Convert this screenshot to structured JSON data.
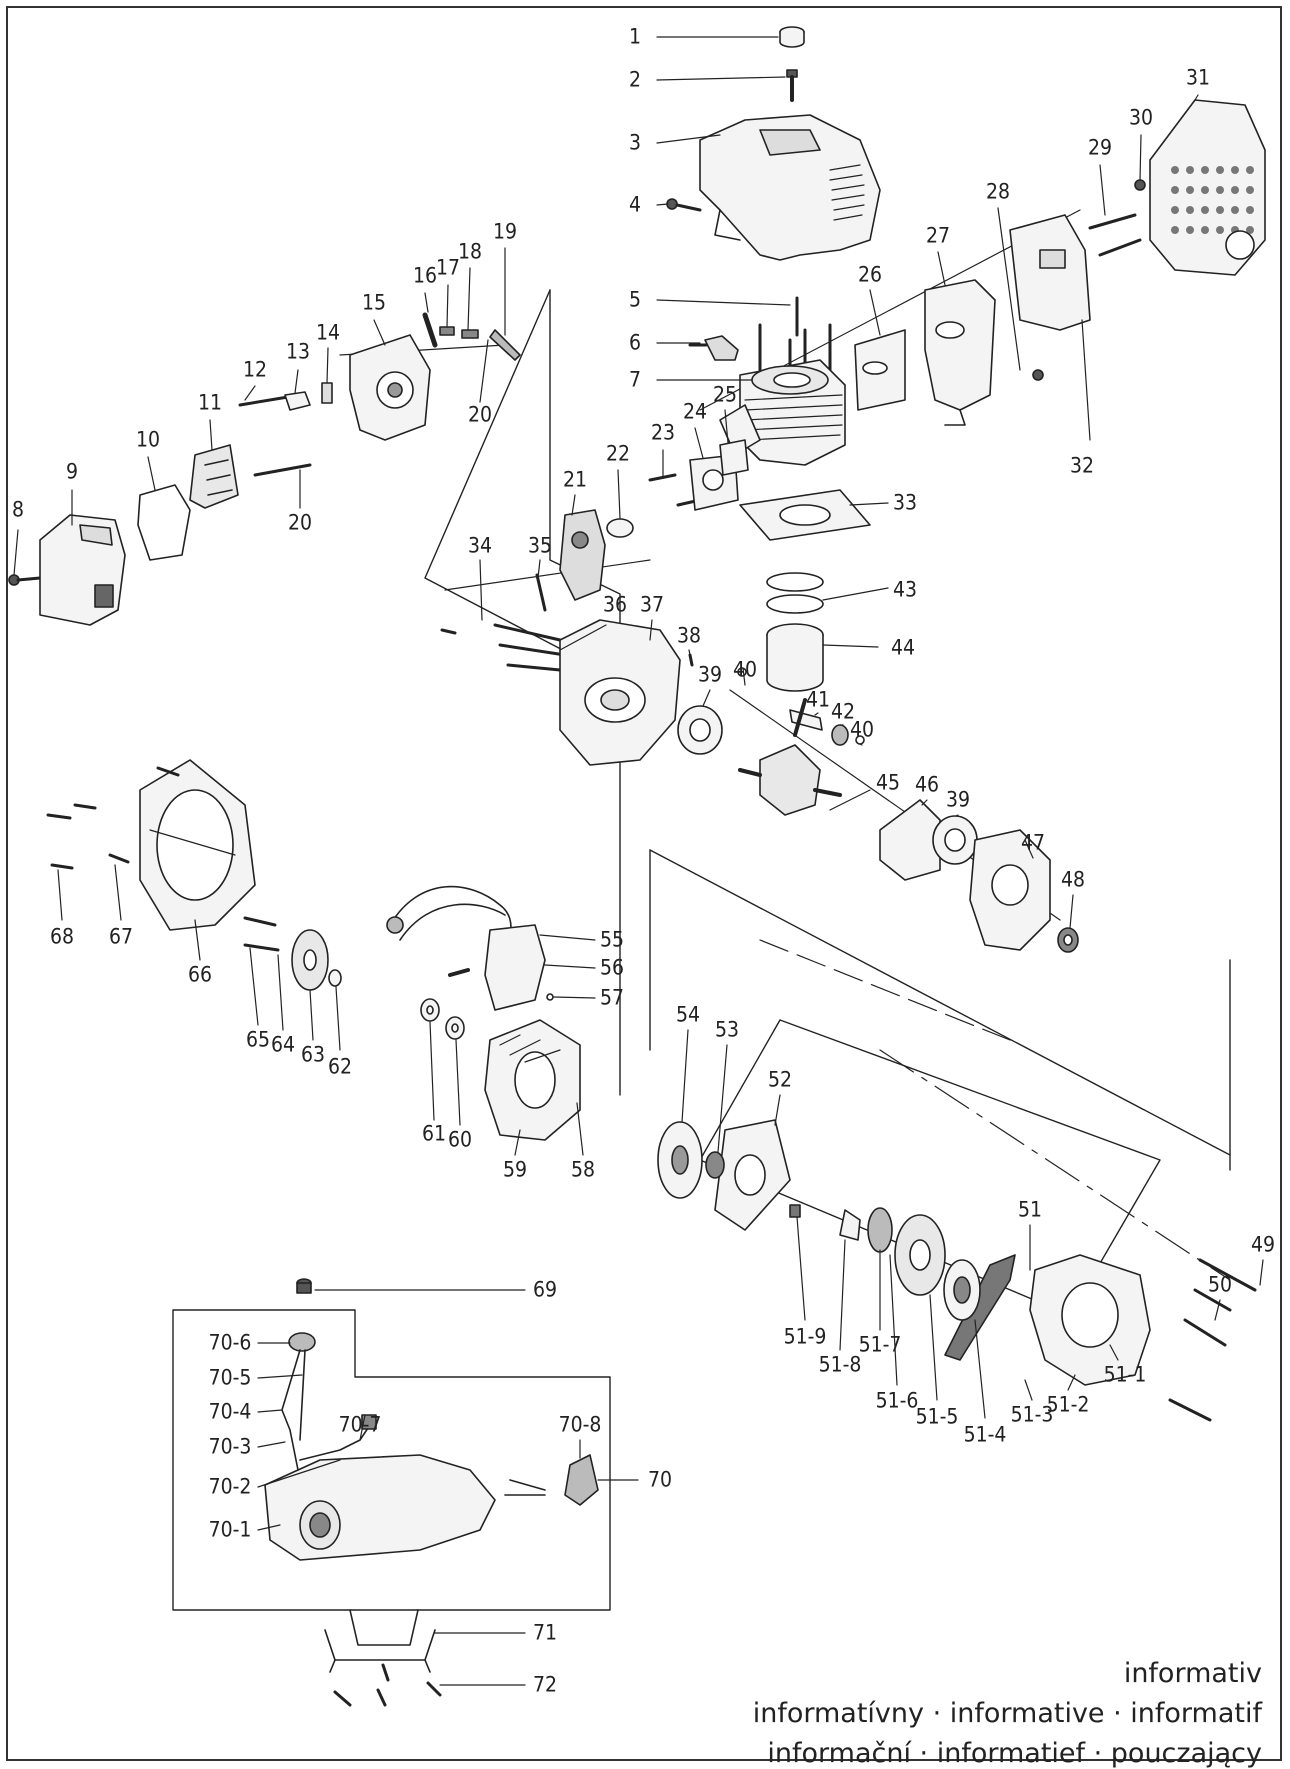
{
  "labels": [
    "1",
    "2",
    "3",
    "4",
    "5",
    "6",
    "7",
    "8",
    "9",
    "10",
    "11",
    "12",
    "13",
    "14",
    "15",
    "16",
    "17",
    "18",
    "19",
    "20",
    "20",
    "21",
    "22",
    "23",
    "24",
    "25",
    "26",
    "27",
    "28",
    "29",
    "30",
    "31",
    "32",
    "33",
    "34",
    "35",
    "36",
    "37",
    "38",
    "39",
    "39",
    "40",
    "40",
    "41",
    "42",
    "43",
    "44",
    "45",
    "46",
    "47",
    "48",
    "49",
    "50",
    "51",
    "51-1",
    "51-2",
    "51-3",
    "51-4",
    "51-5",
    "51-6",
    "51-7",
    "51-8",
    "51-9",
    "52",
    "53",
    "54",
    "55",
    "56",
    "57",
    "58",
    "59",
    "60",
    "61",
    "62",
    "63",
    "64",
    "65",
    "66",
    "67",
    "68",
    "69",
    "70",
    "70-1",
    "70-2",
    "70-3",
    "70-4",
    "70-5",
    "70-6",
    "70-7",
    "70-8",
    "71",
    "72"
  ],
  "footer": {
    "line1": "informativ",
    "line2": "informatívny · informative · informatif",
    "line3": "informační · informatief · pouczający"
  },
  "colors": {
    "ink": "#222222",
    "part_fill": "#f4f4f4",
    "shade": "#bdbdbd"
  }
}
